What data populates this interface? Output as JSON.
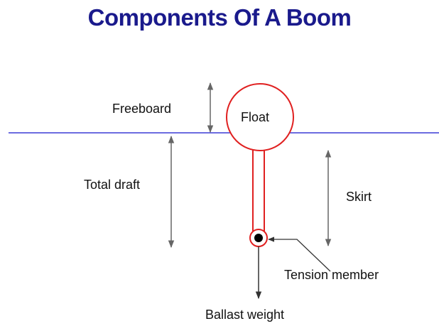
{
  "title": "Components Of A Boom",
  "labels": {
    "freeboard": "Freeboard",
    "float": "Float",
    "total_draft": "Total draft",
    "skirt": "Skirt",
    "tension_member": "Tension member",
    "ballast_weight": "Ballast weight"
  },
  "colors": {
    "title": "#1a1a8c",
    "water_line": "#3b3bd6",
    "boom_outline": "#e02020",
    "arrows": "#666666"
  }
}
